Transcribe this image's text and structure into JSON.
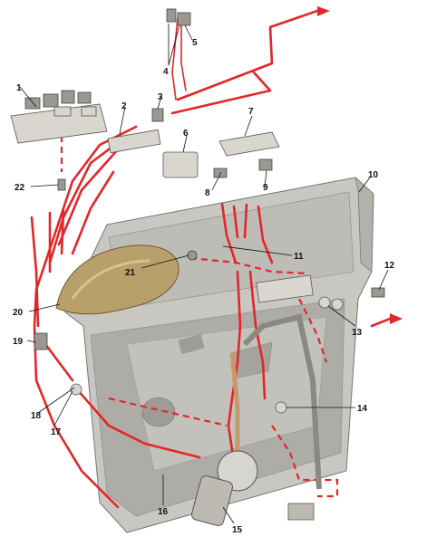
{
  "callouts": [
    "1",
    "2",
    "3",
    "4",
    "5",
    "6",
    "7",
    "8",
    "9",
    "10",
    "11",
    "12",
    "13",
    "14",
    "15",
    "16",
    "17",
    "18",
    "19",
    "20",
    "21",
    "22"
  ],
  "colors": {
    "wire": "#e3262a",
    "door_panel": "#c9c7c1",
    "door_shadow": "#9e9c96",
    "armrest": "#b9a06a",
    "components": "#d9d6cf"
  },
  "icons": [
    "arrow-right-icon"
  ]
}
